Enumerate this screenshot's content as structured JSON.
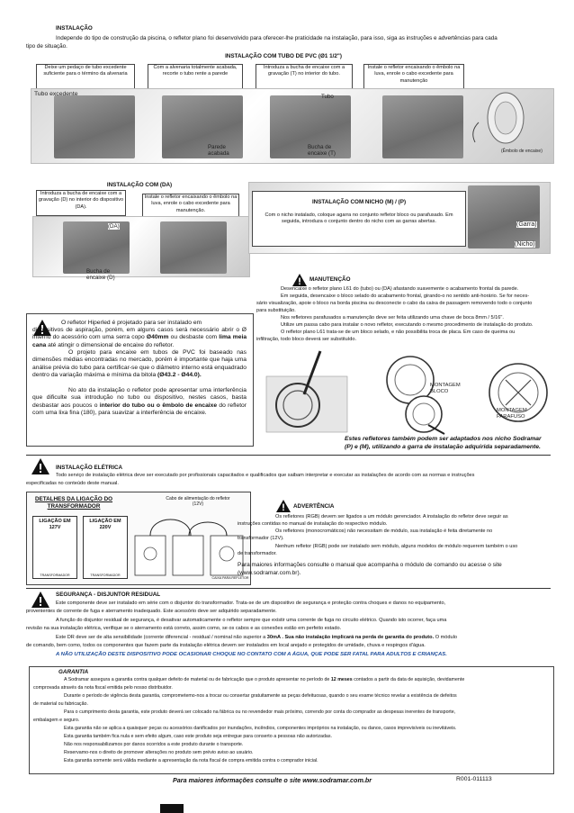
{
  "instalacao": {
    "title": "INSTALAÇÃO",
    "intro_line1": "Independe do tipo de construção da piscina, o refletor plano foi desenvolvido para oferecer-lhe praticidade na instalação, para isso, siga as instruções e advertências para cada",
    "intro_line2": "tipo de situação.",
    "pvc_title": "INSTALAÇÃO COM TUBO DE PVC (Ø1 1/2\")",
    "steps": [
      "Deixe um pedaço de tubo excedente suficiente para o término da alvenaria",
      "Com a alvenaria totalmente acabada, recorte o tubo rente a parede",
      "Introduza a bucha de encaixe com a gravação (T) no interior do tubo.",
      "Instale o refletor encaixando o êmbolo na luva, enrole o cabo excedente para manutenção"
    ],
    "labels": {
      "tubo_excedente": "Tubo excedente",
      "parede_acabada": "Parede acabada",
      "tubo": "Tubo",
      "bucha_t": "Bucha de encaixe (T)",
      "embolo": "(Êmbolo de encaixe)"
    }
  },
  "instalacao_da": {
    "title": "INSTALAÇÃO COM (DA)",
    "step1": "Introduza a bucha de encaixe com a gravação (D) no interior do dispositivo (DA).",
    "step2": "Instale o refletor encaixando o êmbolo na luva, enrole o cabo excedente para manutenção.",
    "label_da": "(DA)",
    "label_bucha_d": "Bucha de encaixe (D)"
  },
  "instalacao_nicho": {
    "title": "INSTALAÇÃO COM NICHO (M) / (P)",
    "text": "Com o nicho instalado, coloque agarra no conjunto refletor bloco ou parafusado. Em seguida, introduza o conjunto dentro do nicho com as garras abertas.",
    "label_garra": "(Garra)",
    "label_nicho": "(Nicho)"
  },
  "manutencao": {
    "title": "MANUTENÇÃO",
    "p1": "Desencaixe o refletor plano L61 do (tubo) ou (DA) afastando suavemente o acabamento frontal da parede.",
    "p2a": "Em seguida, desencaixe o bloco selado do acabamento frontal, girando-o no sentido anti-horário. Se for neces-",
    "p2b": "sário visualização, apoie o bloco na borda piscina ou desconecte o cabo da caixa de passagem removendo todo o conjunto",
    "p2c": "para substituição.",
    "p3": "Nos refletores parafusados a manutenção deve ser feita utilizando uma chave de boca 8mm / 5/16\".",
    "p4": "Utilize um passa cabo para instalar o novo refletor, executando o mesmo procedimento de instalação do produto.",
    "p5a": "O refletor plano L61 trata-se de um bloco selado, e não possibilita troca de placa.  Em caso de queima ou",
    "p5b": "infiltração, todo bloco deverá ser substituído.",
    "label_bloco": "MONTAGEM BLOCO",
    "label_parafuso": "MONTAGEM PARAFUSO",
    "note": "Estes refletores também podem ser adaptados nos nicho Sodramar (P) e (M), utilizando a garra de instalação adquirida separadamente."
  },
  "warning_hiperled": {
    "p1_lead": "O refletor Hiperled é projetado para ser instalado em",
    "p1_rest": "dispositivos de aspiração, porém, em alguns casos será necessário abrir o Ø interno do acessório com uma serra copo",
    "p1_bold1": "Ø40mm",
    "p1_mid": "ou desbaste com",
    "p1_bold2": "lima meia cana",
    "p1_end": "até atingir o dimensional de encaixe do refletor.",
    "p2": "O projeto para encaixe em tubos de PVC foi baseado nas dimensões médias encontradas no mercado, porém é importante que haja uma análise prévia do tubo para certificar-se que o diâmetro interno está enquadrado dentro da variação máxima e mínima da bitola",
    "p2_bold": "(Ø43.2 - Ø44.0).",
    "p3_lead": "No ato da instalação o refletor pode apresentar uma interferência que dificulte sua introdução no tubo ou dispositivo, nestes casos, basta desbastar aos poucos o",
    "p3_bold": "interior do tubo ou o êmbolo de encaixe",
    "p3_end": "do refletor com uma lixa fina (180), para suavizar a interferência de encaixe."
  },
  "eletrica": {
    "title": "INSTALAÇÃO ELÉTRICA",
    "line1": "Todo serviço de instalação elétrica deve ser executado por profissionais capacitados e qualificados que saibam interpretar e executar as instalações de acordo com as normas e instruções",
    "line2": "especificadas no conteúdo deste manual.",
    "diagram_title": "DETALHES DA LIGAÇÃO DO TRANSFORMADOR",
    "ligacao_127": "LIGAÇÃO EM 127V",
    "ligacao_220": "LIGAÇÃO EM 220V",
    "cabo_alim": "Cabo de alimentação do refletor (12V)",
    "transformador": "TRANSFORMADOR",
    "caixa": "CAIXA PARA REFLETOR"
  },
  "advertencia": {
    "title": "ADVERTÊNCIA",
    "p1a": "Os refletores (RGB) devem ser ligados a um módulo gerenciador. A instalação do refletor deve seguir as",
    "p1b": "instruções contidas no manual de instalação do respectivo módulo.",
    "p2a": "Os refletores (monocromáticos) não necessitam de módulo, sua instalação é feita diretamente no",
    "p2b": "transformador (12V).",
    "p3a": "Nenhum refletor (RGB) pode ser instalado sem módulo, alguns modelos de módulo requerem também o uso",
    "p3b": "de transformador.",
    "p4a": "Para maiores informações consulte o manual que acompanha o módulo de comando ou acesse o site",
    "p4b": "(www.sodramar.com.br)."
  },
  "seguranca": {
    "title": "SEGURANÇA - DISJUNTOR RESIDUAL",
    "l1": "Este componente deve ser instalado em série com o disjuntor do transformador. Trata-se de um  dispositivo de segurança e proteção contra choques e danos no equipamento,",
    "l2": "provenientes de corrente de fuga e aterramento inadequado. Este acessório deve ser adquirido separadamente.",
    "l3": "A função do disjuntor residual de segurança, é desativar automaticamente o refletor sempre que existir uma corrente de fuga no circuito elétrico. Quando isto ocorrer, faça uma",
    "l4": "revisão na sua instalação elétrica, verifique se o aterramento está correto, assim como, se os cabos e as conexões estão em perfeito estado.",
    "l5a": "Este DR deve ser de alta sensibilidade (corrente diferencial - residual / nominal não superior a",
    "l5_bold": "30mA . Sua não instalação implicará na perda de garantia do produto.",
    "l5c": "O módulo",
    "l6": "de comando, bem como, todos os componentes que fazem parte da instalação elétrica devem ser instalados em local arejado e protegidos de umidade, chuva e respingos d'água.",
    "alert": "A NÃO UTILIZAÇÃO DESTE DISPOSITIVO PODE OCASIONAR CHOQUE NO CONTATO COM A ÁGUA, QUE PODE SER FATAL PARA ADULTOS E CRIANÇAS."
  },
  "garantia": {
    "title": "GARANTIA",
    "g1a": "A Sodramar assegura a garantia contra qualquer defeito de material ou de fabricação que o produto apresentar no período de",
    "g1_bold": "12 meses",
    "g1b": "contados a partir da data de aquisição, devidamente",
    "g1c": "comprovada através da nota fiscal emitida pelo nosso distribuidor.",
    "g2a": "Durante o período de vigência desta garantia, comprometemo-nos a trocar ou consertar gratuitamente as peças defeituosas, quando o seu exame técnico revelar a existência de defeitos",
    "g2b": "de material ou fabricação.",
    "g3a": "Para o cumprimento desta garantia, este produto deverá ser colocado na fábrica ou no revendedor mais próximo, correndo por conta do comprador as despesas inerentes de transporte,",
    "g3b": "embalagem e seguro.",
    "g4": "Esta garantia não se aplica a quaisquer peças ou acessórios danificados por inundações, incêndios, componentes impróprios na instalação, ou danos, casos imprevisíveis ou inevitáveis.",
    "g5": "Esta garantia também fica nula e sem efeito algum, caso este produto seja entregue para conserto a pessoas não autorizadas.",
    "g6": "Não nos responsabilizamos por danos ocorridos a este produto durante o transporte.",
    "g7": "Reservamo-nos o direito de promover alterações no produto sem prévio aviso ao usuário.",
    "g8": "Esta garantia somente será válida mediante a apresentação da nota fiscal de compra emitida contra o comprador inicial."
  },
  "footer": {
    "info": "Para maiores informações consulte o site www.sodramar.com.br",
    "code": "R001-011113"
  },
  "colors": {
    "alert_blue": "#1f4e9c",
    "text": "#111111"
  }
}
